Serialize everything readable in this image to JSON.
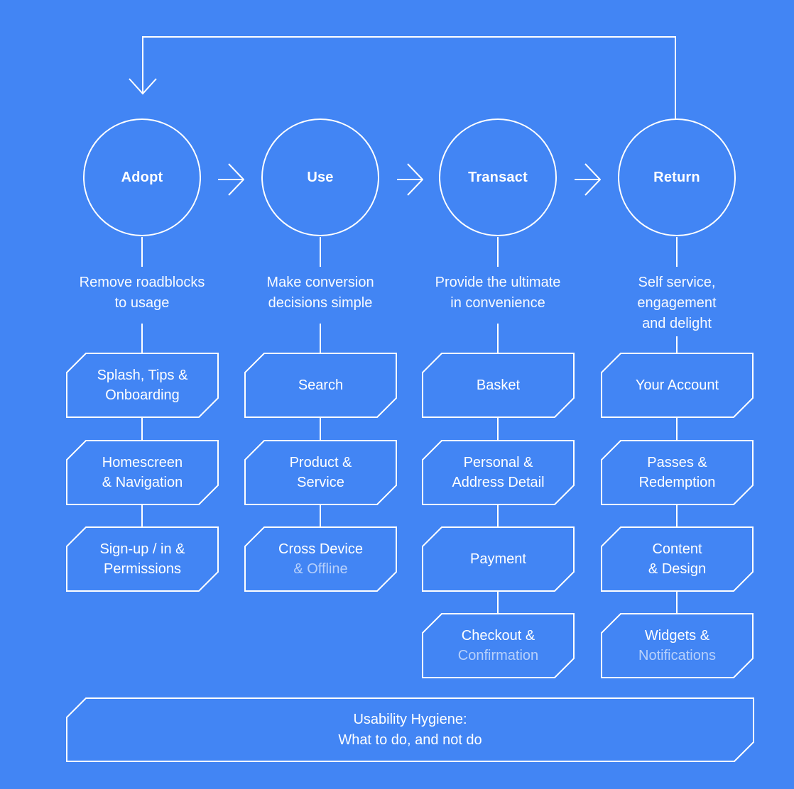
{
  "palette": {
    "background": "#4285F4",
    "line": "#FFFFFF",
    "text_primary": "#FFFFFF",
    "text_muted": "rgba(255,255,255,0.62)"
  },
  "stages": [
    {
      "label": "Adopt",
      "description": [
        "Remove roadblocks",
        "to usage"
      ],
      "boxes": [
        {
          "lines": [
            {
              "text": "Splash, Tips &"
            },
            {
              "text": "Onboarding"
            }
          ]
        },
        {
          "lines": [
            {
              "text": "Homescreen"
            },
            {
              "text": "& Navigation"
            }
          ]
        },
        {
          "lines": [
            {
              "text": "Sign-up / in &"
            },
            {
              "text": "Permissions"
            }
          ]
        }
      ]
    },
    {
      "label": "Use",
      "description": [
        "Make conversion",
        "decisions simple"
      ],
      "boxes": [
        {
          "lines": [
            {
              "text": "Search"
            }
          ]
        },
        {
          "lines": [
            {
              "text": "Product &"
            },
            {
              "text": "Service"
            }
          ]
        },
        {
          "lines": [
            {
              "text": "Cross Device"
            },
            {
              "text": "& Offline",
              "muted": true
            }
          ]
        }
      ]
    },
    {
      "label": "Transact",
      "description": [
        "Provide the ultimate",
        "in convenience"
      ],
      "boxes": [
        {
          "lines": [
            {
              "text": "Basket"
            }
          ]
        },
        {
          "lines": [
            {
              "text": "Personal &"
            },
            {
              "text": "Address Detail"
            }
          ]
        },
        {
          "lines": [
            {
              "text": "Payment"
            }
          ]
        },
        {
          "lines": [
            {
              "text": "Checkout &"
            },
            {
              "text": "Confirmation",
              "muted": true
            }
          ]
        }
      ]
    },
    {
      "label": "Return",
      "description": [
        "Self service,",
        "engagement",
        "and delight"
      ],
      "boxes": [
        {
          "lines": [
            {
              "text": "Your Account"
            }
          ]
        },
        {
          "lines": [
            {
              "text": "Passes &"
            },
            {
              "text": "Redemption"
            }
          ]
        },
        {
          "lines": [
            {
              "text": "Content"
            },
            {
              "text": "& Design"
            }
          ]
        },
        {
          "lines": [
            {
              "text": "Widgets &"
            },
            {
              "text": "Notifications",
              "muted": true
            }
          ]
        }
      ]
    }
  ],
  "footer": {
    "lines": [
      "Usability Hygiene:",
      "What to do, and not do"
    ]
  }
}
